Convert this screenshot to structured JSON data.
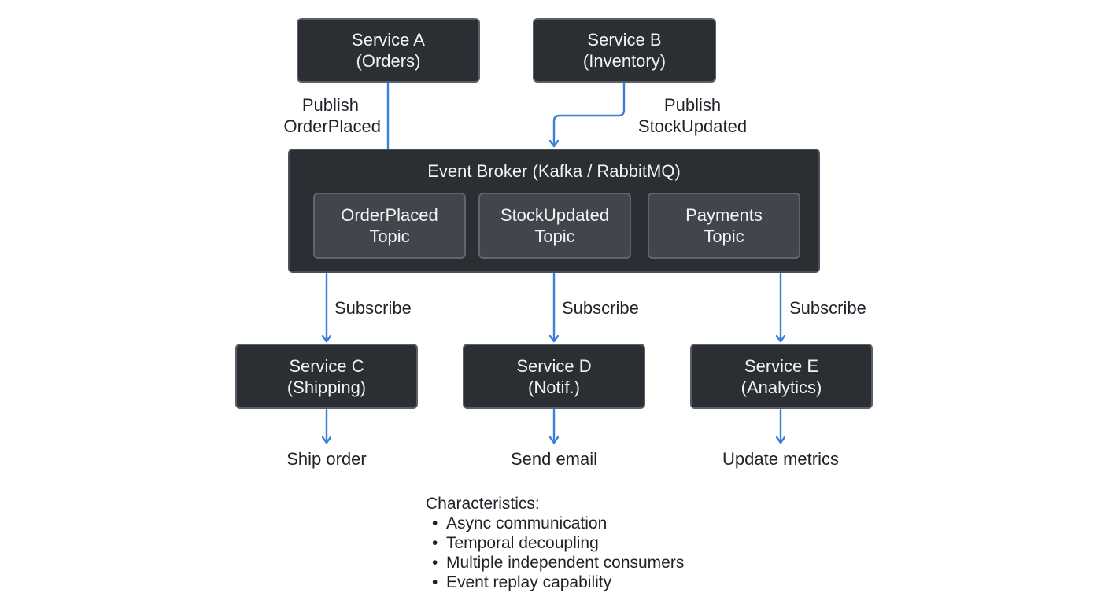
{
  "services": {
    "a": {
      "name": "Service A",
      "role": "(Orders)"
    },
    "b": {
      "name": "Service B",
      "role": "(Inventory)"
    },
    "c": {
      "name": "Service C",
      "role": "(Shipping)"
    },
    "d": {
      "name": "Service D",
      "role": "(Notif.)"
    },
    "e": {
      "name": "Service E",
      "role": "(Analytics)"
    }
  },
  "broker": {
    "title": "Event Broker (Kafka / RabbitMQ)",
    "topics": [
      {
        "name": "OrderPlaced",
        "suffix": "Topic"
      },
      {
        "name": "StockUpdated",
        "suffix": "Topic"
      },
      {
        "name": "Payments",
        "suffix": "Topic"
      }
    ]
  },
  "edges": {
    "publish_a": {
      "line1": "Publish",
      "line2": "OrderPlaced"
    },
    "publish_b": {
      "line1": "Publish",
      "line2": "StockUpdated"
    },
    "subscribe_c": "Subscribe",
    "subscribe_d": "Subscribe",
    "subscribe_e": "Subscribe"
  },
  "outcomes": {
    "c": "Ship order",
    "d": "Send email",
    "e": "Update metrics"
  },
  "characteristics": {
    "heading": "Characteristics:",
    "items": [
      "Async communication",
      "Temporal decoupling",
      "Multiple independent consumers",
      "Event replay capability"
    ]
  },
  "colors": {
    "box_fill": "#2b2e33",
    "topic_fill": "#41464d",
    "arrow": "#3b7fd9"
  }
}
